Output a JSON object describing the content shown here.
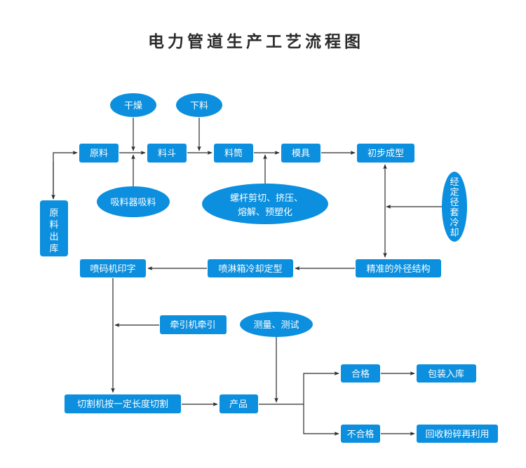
{
  "title": "电力管道生产工艺流程图",
  "colors": {
    "node_fill": "#0b8fde",
    "node_text": "#ffffff",
    "edge": "#2a2a2a",
    "title": "#2b2b2b"
  },
  "nodes": {
    "drying": "干燥",
    "feeding": "下料",
    "raw_material": "原料",
    "hopper": "料斗",
    "barrel": "料筒",
    "mold": "模具",
    "initial_forming": "初步成型",
    "raw_material_outbound": "原料出库",
    "suction": "吸料器吸料",
    "screw_process_line1": "螺杆剪切、挤压、",
    "screw_process_line2": "熔解、预塑化",
    "sizing_sleeve_cooling": "经定径套冷却",
    "inkjet_printing": "喷码机印字",
    "spray_tank_cooling": "喷淋箱冷却定型",
    "precise_outer_diameter": "精准的外径结构",
    "traction": "牵引机牵引",
    "measure_test": "测量、测试",
    "cutting": "切割机按一定长度切割",
    "product": "产品",
    "qualified": "合格",
    "packaging_storage": "包装入库",
    "unqualified": "不合格",
    "recycle": "回收粉碎再利用"
  },
  "edges": [
    [
      "raw_material_outbound",
      "raw_material"
    ],
    [
      "raw_material",
      "hopper"
    ],
    [
      "drying",
      "hopper"
    ],
    [
      "suction",
      "hopper"
    ],
    [
      "hopper",
      "barrel"
    ],
    [
      "feeding",
      "barrel"
    ],
    [
      "barrel",
      "mold"
    ],
    [
      "screw_process",
      "mold"
    ],
    [
      "mold",
      "initial_forming"
    ],
    [
      "sizing_sleeve_cooling",
      "initial_forming-precise_outer_diameter"
    ],
    [
      "precise_outer_diameter",
      "spray_tank_cooling"
    ],
    [
      "spray_tank_cooling",
      "inkjet_printing"
    ],
    [
      "inkjet_printing",
      "cutting"
    ],
    [
      "traction",
      "cutting"
    ],
    [
      "cutting",
      "product"
    ],
    [
      "measure_test",
      "product"
    ],
    [
      "product",
      "qualified"
    ],
    [
      "product",
      "unqualified"
    ],
    [
      "qualified",
      "packaging_storage"
    ],
    [
      "unqualified",
      "recycle"
    ]
  ]
}
